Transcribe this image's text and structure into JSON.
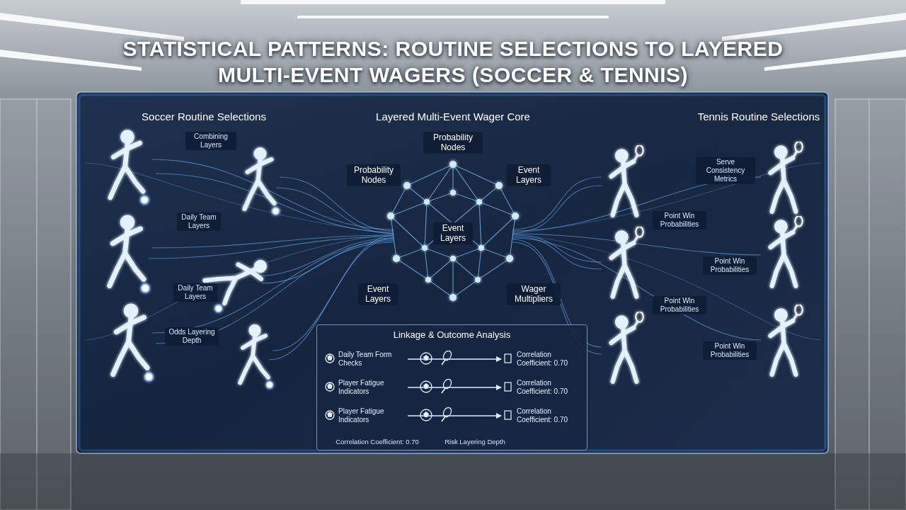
{
  "diagram": {
    "title": "STATISTICAL PATTERNS: ROUTINE SELECTIONS TO LAYERED MULTI-EVENT WAGERS (SOCCER & TENNIS)",
    "nodes": [
      {
        "text": [
          "Linkage & Outcome Analysis"
        ]
      },
      {
        "text": [
          "Daily Team Form Checks"
        ],
        "in": 0
      },
      {
        "text": [
          "Player Fatigue Indicators"
        ],
        "in": 0
      },
      {
        "text": [
          "Player Fatigue Indicators"
        ],
        "in": 0
      },
      {
        "text": [
          "Correlation Coefficient: 0.70"
        ],
        "in": 0
      },
      {
        "text": [
          "Correlation Coefficient: 0.70"
        ],
        "in": 0
      },
      {
        "text": [
          "Correlation Coefficient: 0.70"
        ],
        "in": 0
      }
    ],
    "edges": [
      {
        "from": 1,
        "to": 4,
        "arrow": "to"
      },
      {
        "from": 2,
        "to": 5,
        "arrow": "to"
      },
      {
        "from": 3,
        "to": 6,
        "arrow": "to"
      }
    ],
    "labels": [
      "Soccer Routine Selections",
      "Layered Multi-Event Wager Core",
      "Tennis Routine Selections",
      "Combining Layers",
      "Daily Team Layers",
      "Daily Team Layers",
      "Odds Layering Depth",
      "Probability Nodes",
      "Probability Nodes",
      "Event Layers",
      "Event Layers",
      "Event Layers",
      "Wager Multipliers",
      "Serve Consistency Metrics",
      "Point Win Probabilities",
      "Point Win Probabilities",
      "Point Win Probabilities",
      "Point Win Probabilities",
      "Correlation Coefficient: 0.70",
      "Risk Layering Depth"
    ]
  }
}
